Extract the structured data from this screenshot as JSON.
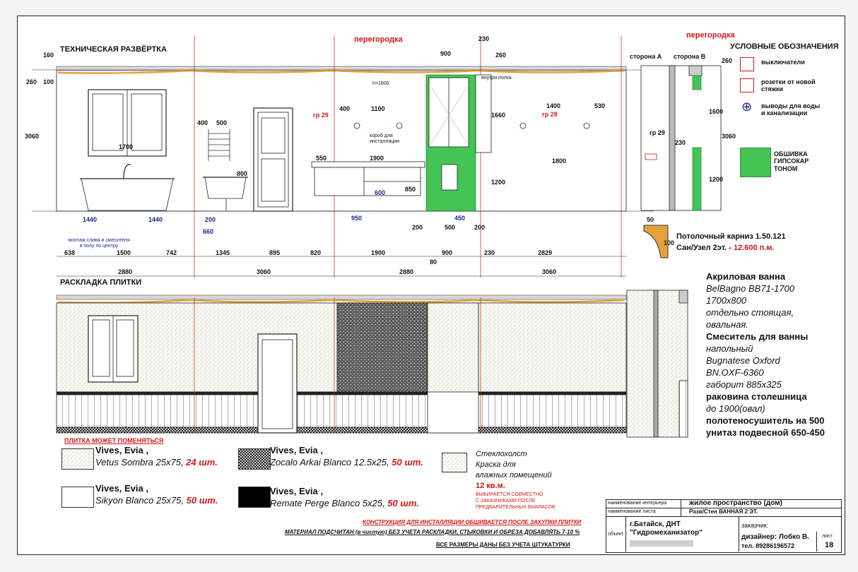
{
  "headings": {
    "tech": "ТЕХНИЧЕСКАЯ РАЗВЁРТКА",
    "layout": "РАСКЛАДКА ПЛИТКИ",
    "legend": "УСЛОВНЫЕ ОБОЗНАЧЕНИЯ"
  },
  "partition_label": "перегородка",
  "side_a": "сторона А",
  "side_b": "сторона В",
  "tech_dims": {
    "h160": "160",
    "h260": "260",
    "h100": "100",
    "h3060": "3060",
    "w1700": "1700",
    "w400": "400",
    "w500": "500",
    "w800": "800",
    "w1440a": "1440",
    "w1440b": "1440",
    "w200": "200",
    "w660": "660",
    "h1800": "h=1800",
    "w1100": "1100",
    "gr29": "гр 29",
    "w550": "550",
    "w1900": "1900",
    "h600": "600",
    "h850": "850",
    "w950": "950",
    "w900": "900",
    "w230": "230",
    "h260b": "260",
    "h1660": "1660",
    "h1200": "1200",
    "w450": "450",
    "w200b": "200",
    "w500b": "500",
    "w200c": "200",
    "w1400": "1400",
    "w530": "530",
    "h1800b": "1800",
    "inside": "внутри полок",
    "box": "короб для инсталляции",
    "mount": "монтаж слива и смесителя в полу по центру",
    "w80": "80"
  },
  "bottom_dims": [
    "638",
    "1500",
    "742",
    "1345",
    "895",
    "820",
    "1900",
    "900",
    "230",
    "2829"
  ],
  "wall_dims": [
    "2880",
    "3060",
    "2880",
    "3060"
  ],
  "section": {
    "h1600": "1600",
    "h1200": "1200",
    "w230": "230",
    "gr29": "гр 29",
    "h260": "260",
    "h3060": "3060"
  },
  "legend": [
    {
      "label": "выключатели"
    },
    {
      "label": "розетки от новой стяжки"
    },
    {
      "label": "выводы для воды и канализации"
    },
    {
      "label": "ОБШИВКА ГИПСОКАР ТОНОМ"
    }
  ],
  "cornice": {
    "w": "50",
    "h": "100",
    "line1": "Потолочный карниз 1.50.121",
    "line2_prefix": "Сан/Узел 2эт. -",
    "line2_value": "12.600 п.м."
  },
  "notes": [
    {
      "text": "Акриловая ванна",
      "bold": true
    },
    {
      "text": "BelBagno BB71-1700",
      "bold": false
    },
    {
      "text": "1700x800",
      "bold": false
    },
    {
      "text": "отдельно стоящая,",
      "bold": false
    },
    {
      "text": "овальная.",
      "bold": false
    },
    {
      "text": "Смеситель для ванны",
      "bold": true
    },
    {
      "text": "напольный",
      "bold": false
    },
    {
      "text": "Bugnatese Oxford",
      "bold": false
    },
    {
      "text": "BN.OXF-6360",
      "bold": false
    },
    {
      "text": "габорит 885x325",
      "bold": false
    },
    {
      "text": "раковина столешница",
      "bold": true
    },
    {
      "text": "до 1900(овал)",
      "bold": false
    },
    {
      "text": "полотеносушитель на 500",
      "bold": true
    },
    {
      "text": "унитаз подвесной 650-450",
      "bold": true
    }
  ],
  "tile_note": "ПЛИТКА МОЖЕТ ПОМЕНЯТЬСЯ",
  "tiles": [
    {
      "brand": "Vives, Evia ,",
      "name": "Vetus Sombra 25x75,",
      "qty": "24 шт."
    },
    {
      "brand": "Vives, Evia ,",
      "name": "Zocalo Arkai Blanco 12.5x25,",
      "qty": "50 шт."
    },
    {
      "brand": "Vives, Evia ,",
      "name": "Sikyon Blanco 25x75,",
      "qty": "50 шт."
    },
    {
      "brand": "Vives, Evia ,",
      "name": "Remate Perge Blanco 5x25,",
      "qty": "50 шт."
    }
  ],
  "paint": {
    "l1": "Стеклохолст",
    "l2": "Краска для",
    "l3": "влажных помещений",
    "qty": "12 кв.м.",
    "note1": "ВЫБИРАЕТСЯ СОВМЕСТНО",
    "note2": "С ЗАКАЗЧИКАМИ ПОСЛЕ",
    "note3": "ПРЕДВАРИТЕЛЬНЫХ ВЫКРАСОВ"
  },
  "footer_notes": {
    "red": "КОНСТРУКЦИЯ ДЛЯ ИНСТАЛЛЯЦИИ ОБШИВАЕТСЯ ПОСЛЕ ЗАКУПКИ ПЛИТКИ",
    "material": "МАТЕРИАЛ ПОДСЧИТАН (в чистую) БЕЗ УЧЕТА РАСКЛАДКИ, СТЫКОВКИ И ОБРЕЗА ДОБАВЛЯТЬ 7-10 %",
    "dims": "ВСЕ РАЗМЕРЫ ДАНЫ БЕЗ УЧЕТА ШТУКАТУРКИ"
  },
  "title_block": {
    "interior_lbl": "наименование интерьера",
    "interior_val": "жилое пространство (дом)",
    "sheet_lbl": "наименование листа",
    "sheet_val": "Разв/Стен ВАННАЯ 2 ЭТ.",
    "object_lbl": "объект",
    "object_val1": "г.Батайск, ДНТ",
    "object_val2": "\"Гидромеханизатор\"",
    "customer_lbl": "заказчик:",
    "designer": "дизайнер: Лобко В.",
    "phone": "тел. 89286196572",
    "page_lbl": "лист",
    "page": "18"
  },
  "colors": {
    "green": "#44c455",
    "orange": "#e6a13a",
    "red": "#d01818",
    "blue": "#1a2a8a"
  }
}
